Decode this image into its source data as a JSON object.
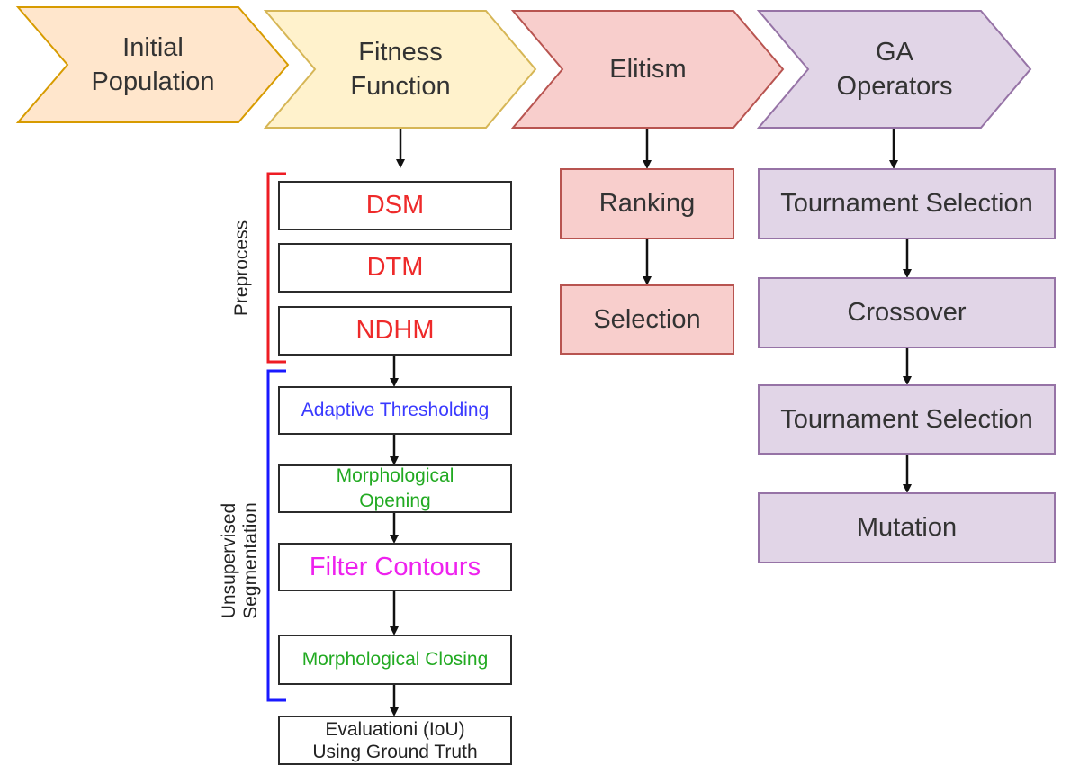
{
  "stages": [
    {
      "label": "Initial\nPopulation",
      "fill": "#ffe6cc",
      "stroke": "#d79b00"
    },
    {
      "label": "Fitness\nFunction",
      "fill": "#fff2cc",
      "stroke": "#d6b656"
    },
    {
      "label": "Elitism",
      "fill": "#f8cecc",
      "stroke": "#b85450"
    },
    {
      "label": "GA\nOperators",
      "fill": "#e1d5e7",
      "stroke": "#9673a6"
    }
  ],
  "fitness": {
    "preprocess_label": "Preprocess",
    "segmentation_label": "Unsupervised\nSegmentation",
    "preprocess_color": "#ee1c24",
    "segmentation_color": "#1a1aff",
    "steps": [
      {
        "label": "DSM",
        "color": "#ee2a2a"
      },
      {
        "label": "DTM",
        "color": "#ee2a2a"
      },
      {
        "label": "NDHM",
        "color": "#ee2a2a"
      },
      {
        "label": "Adaptive Thresholding",
        "color": "#3a3aff"
      },
      {
        "label": "Morphological\nOpening",
        "color": "#22aa22"
      },
      {
        "label": "Filter Contours",
        "color": "#ee22ee"
      },
      {
        "label": "Morphological Closing",
        "color": "#22aa22"
      },
      {
        "label": "Evaluationi (IoU)\nUsing Ground Truth",
        "color": "#222222"
      }
    ]
  },
  "elitism": {
    "steps": [
      "Ranking",
      "Selection"
    ]
  },
  "ga_operators": {
    "steps": [
      "Tournament Selection",
      "Crossover",
      "Tournament Selection",
      "Mutation"
    ]
  }
}
